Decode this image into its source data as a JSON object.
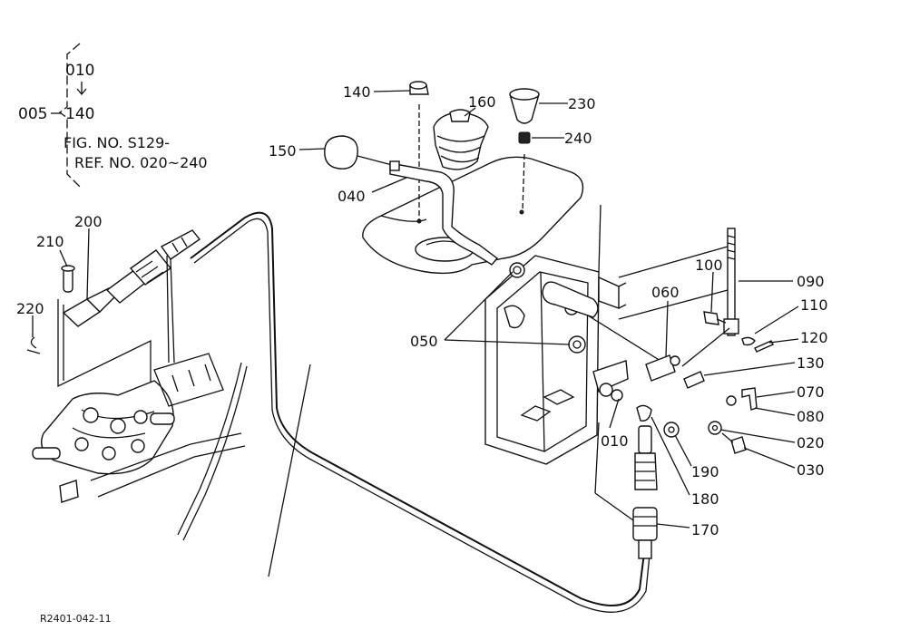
{
  "header": {
    "assembly_no": "005",
    "range_start": "010",
    "range_end": "140",
    "fig_ref": "FIG. NO. S129-",
    "ref_range": "REF. NO. 020~240"
  },
  "callouts": {
    "p140": "140",
    "p160": "160",
    "p230": "230",
    "p240": "240",
    "p150": "150",
    "p040": "040",
    "p200": "200",
    "p210": "210",
    "p220": "220",
    "p050": "050",
    "p100": "100",
    "p090": "090",
    "p060": "060",
    "p110": "110",
    "p120": "120",
    "p130": "130",
    "p070": "070",
    "p080": "080",
    "p020": "020",
    "p030": "030",
    "p010": "010",
    "p190": "190",
    "p180": "180",
    "p170": "170"
  },
  "footer": {
    "drawing_code": "R2401-042-11"
  }
}
